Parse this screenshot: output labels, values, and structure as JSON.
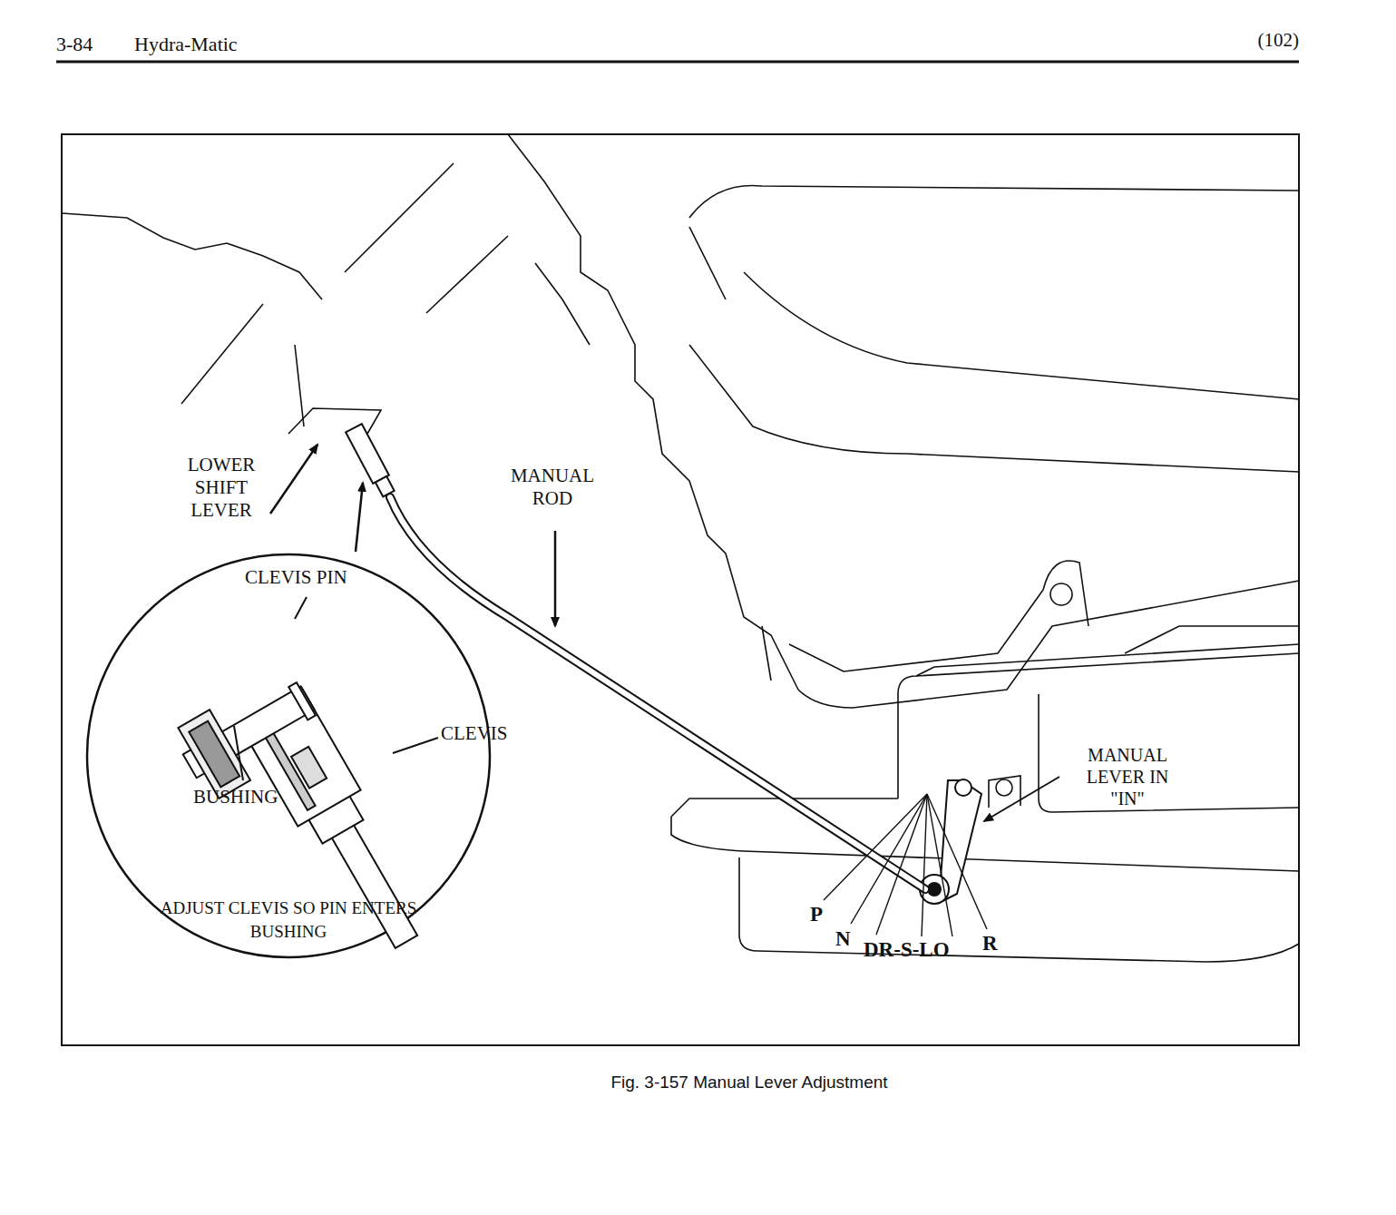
{
  "diagram": {
    "caption": "Fig. 3-157 Manual Lever Adjustment",
    "nodes": [
      {
        "text": [
          "ADJUST CLEVIS SO PIN ENTERS BUSHING"
        ]
      }
    ],
    "labels": [
      "3-84",
      "Hydra-Matic",
      "(102)",
      "LOWER SHIFT LEVER",
      "MANUAL ROD",
      "CLEVIS PIN",
      "CLEVIS",
      "BUSHING",
      "MANUAL LEVER IN \"IN\"",
      "P",
      "N",
      "DR-S-LO",
      "R"
    ]
  }
}
